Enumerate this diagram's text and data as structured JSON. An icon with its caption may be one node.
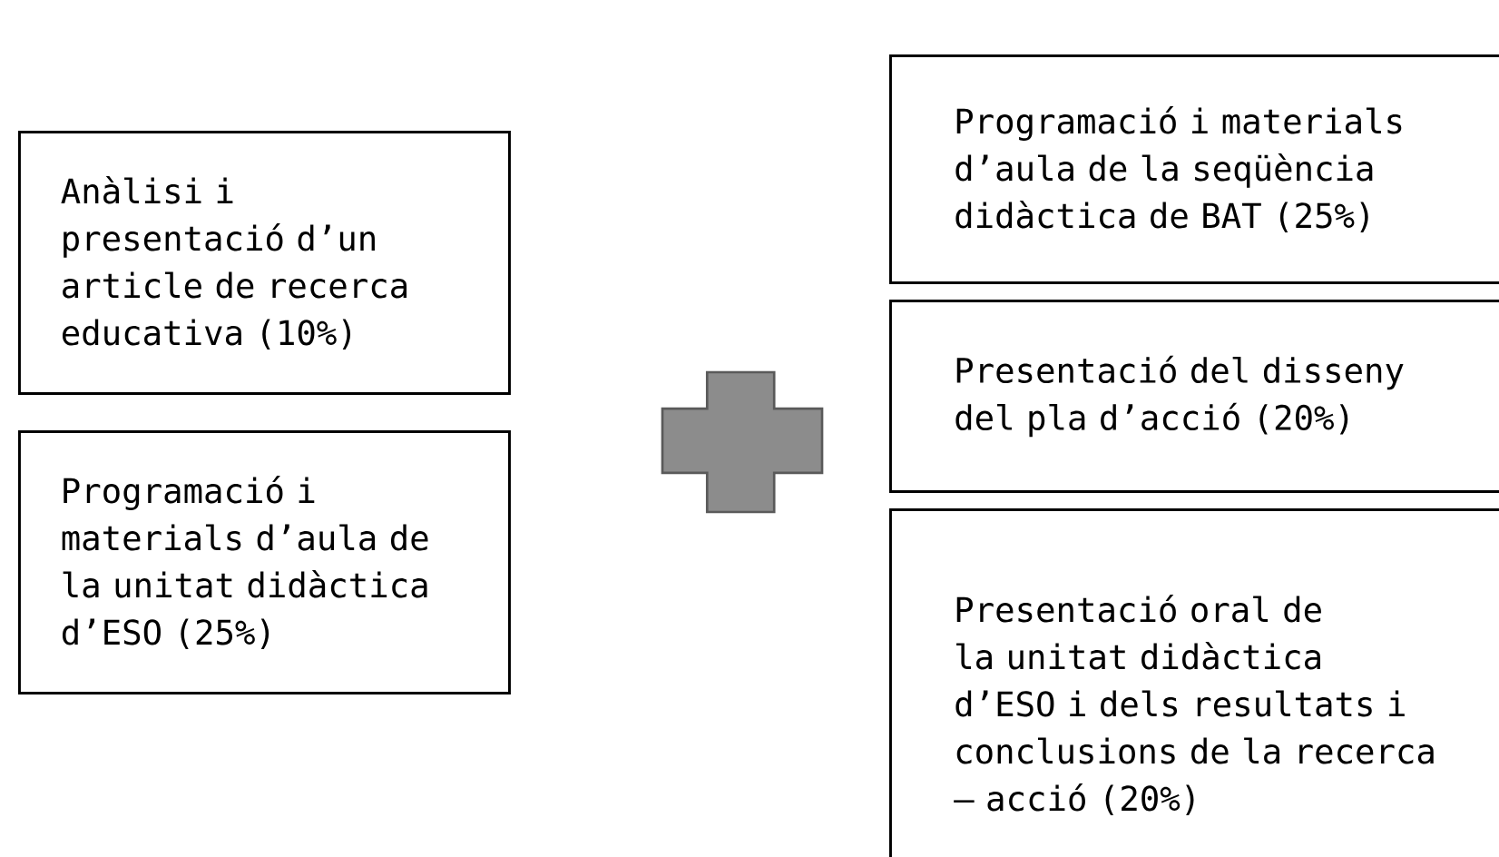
{
  "diagram": {
    "nodes": [
      {
        "text": [
          "Anàlisi i presentació d’un article de recerca educativa (10%)"
        ]
      },
      {
        "text": [
          "Programació i materials d’aula de la unitat didàctica d’ESO (25%)"
        ]
      },
      {
        "text": [],
        "shape": "plus"
      },
      {
        "text": [
          "Programació i materials d’aula de la seqüència didàctica de BAT (25%)"
        ]
      },
      {
        "text": [
          "Presentació del disseny del pla d’acció (20%)"
        ]
      },
      {
        "text": [
          "Presentació oral de la unitat didàctica d’ESO i dels resultats i conclusions de la recerca – acció (20%)"
        ]
      }
    ]
  }
}
